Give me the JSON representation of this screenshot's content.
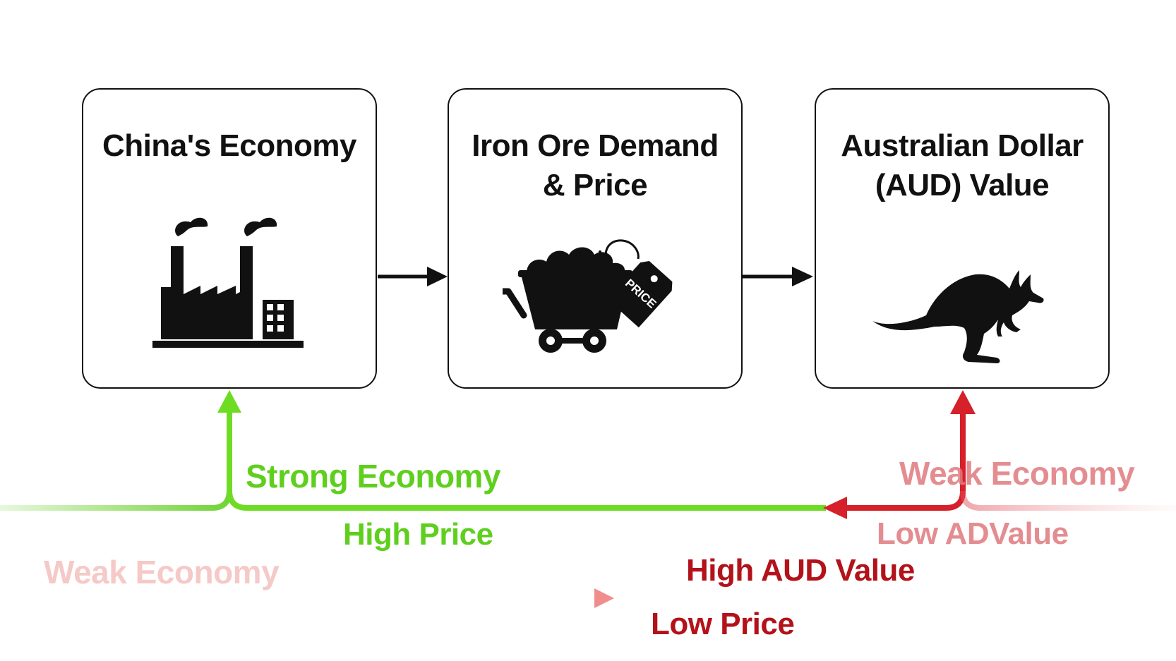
{
  "boxes": [
    {
      "title_lines": [
        "China's Economy"
      ],
      "icon": "factory-icon"
    },
    {
      "title_lines": [
        "Iron Ore Demand",
        "& Price"
      ],
      "icon": "ore-cart-icon",
      "tag_text": "PRICE"
    },
    {
      "title_lines": [
        "Australian Dollar",
        "(AUD) Value"
      ],
      "icon": "kangaroo-icon"
    }
  ],
  "labels": {
    "strong_economy": "Strong Economy",
    "high_price": "High Price",
    "weak_economy_right": "Weak Economy",
    "low_ad_value": "Low ADValue",
    "weak_economy_left": "Weak Economy",
    "high_aud_value": "High AUD Value",
    "low_price": "Low Price"
  },
  "colors": {
    "green": "#5fcf1e",
    "red": "#d6202a",
    "dark_red": "#b3121b",
    "faded_red": "#f2a7a7",
    "ink": "#111111"
  }
}
